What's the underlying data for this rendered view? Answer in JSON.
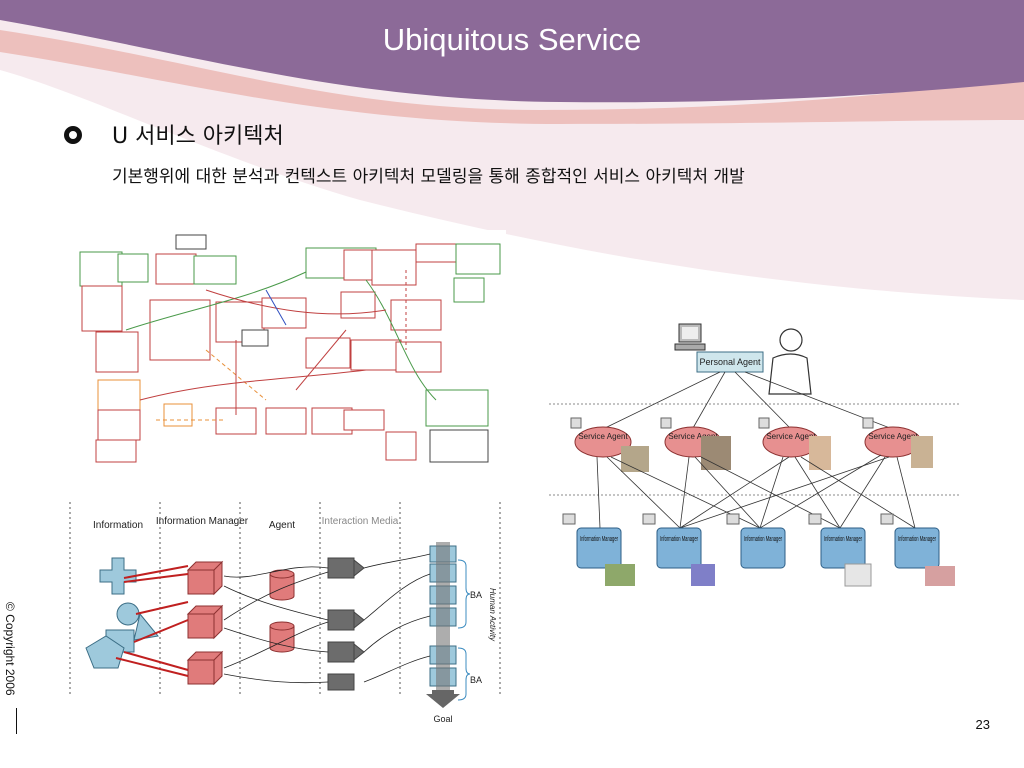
{
  "slide": {
    "title": "Ubiquitous Service",
    "heading": "U 서비스 아키텍처",
    "subtext": "기본행위에 대한 분석과 컨텍스트 아키텍처 모델링을 통해 종합적인 서비스 아키텍처 개발",
    "copyright": "© Copyright 2006",
    "page_number": "23"
  },
  "colors": {
    "banner": "#8c6a98",
    "accent_pink": "#e8b4b2",
    "wash_pink": "#f3e4e8"
  },
  "flow_diagram": {
    "columns": [
      "Information",
      "Information Manager",
      "Agent",
      "Interaction Media"
    ],
    "ba_labels": [
      "BA",
      "BA"
    ],
    "side_label": "Human Activity",
    "goal_label": "Goal"
  },
  "agent_diagram": {
    "personal_agent": "Personal Agent",
    "service_agents": [
      "Service Agent",
      "Service Agent",
      "Service Agent",
      "Service Agent"
    ],
    "info_managers": [
      "Information Manager",
      "Information Manager",
      "Information Manager",
      "Information Manager",
      "Information Manager"
    ]
  }
}
